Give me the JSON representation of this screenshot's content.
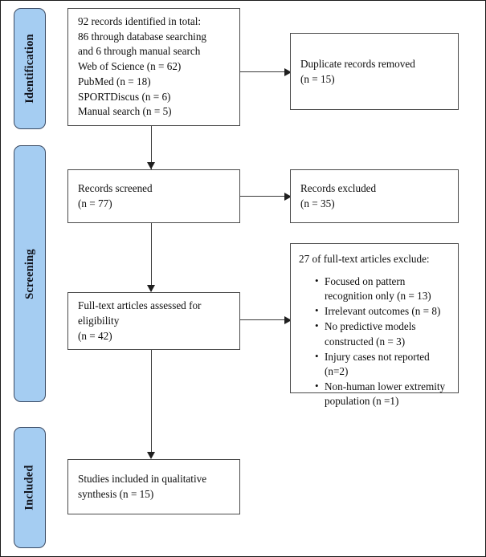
{
  "diagram": {
    "title": "PRISMA flow diagram",
    "type": "prisma-flowchart",
    "accent_color": "#a5cdf2",
    "border_color": "#3a4a63",
    "box_border_color": "#4a4a4a",
    "connector_color": "#3b3b3b"
  },
  "stages": [
    {
      "id": "identification",
      "label": "Identification"
    },
    {
      "id": "screening",
      "label": "Screening"
    },
    {
      "id": "included",
      "label": "Included"
    }
  ],
  "boxes": {
    "identified": {
      "lines": [
        "92 records identified in total:",
        "86 through database searching",
        "and 6 through manual search",
        "Web of Science (n = 62)",
        "PubMed (n = 18)",
        "SPORTDiscus (n = 6)",
        "Manual search (n = 5)"
      ]
    },
    "duplicates_removed": {
      "lines": [
        "Duplicate records removed",
        "(n = 15)"
      ]
    },
    "records_screened": {
      "lines": [
        "Records screened",
        "(n = 77)"
      ]
    },
    "records_excluded": {
      "lines": [
        "Records excluded",
        "(n = 35)"
      ]
    },
    "fulltext_assessed": {
      "lines": [
        "Full-text articles assessed for",
        "eligibility",
        "(n = 42)"
      ]
    },
    "fulltext_excluded": {
      "heading": "27 of full-text articles exclude:",
      "items": [
        "Focused on pattern recognition only (n = 13)",
        "Irrelevant outcomes (n = 8)",
        "No predictive models constructed (n = 3)",
        "Injury cases not reported (n=2)",
        "Non-human lower extremity population (n =1)"
      ]
    },
    "included_synthesis": {
      "lines": [
        "Studies included in qualitative",
        "synthesis (n = 15)"
      ]
    }
  }
}
